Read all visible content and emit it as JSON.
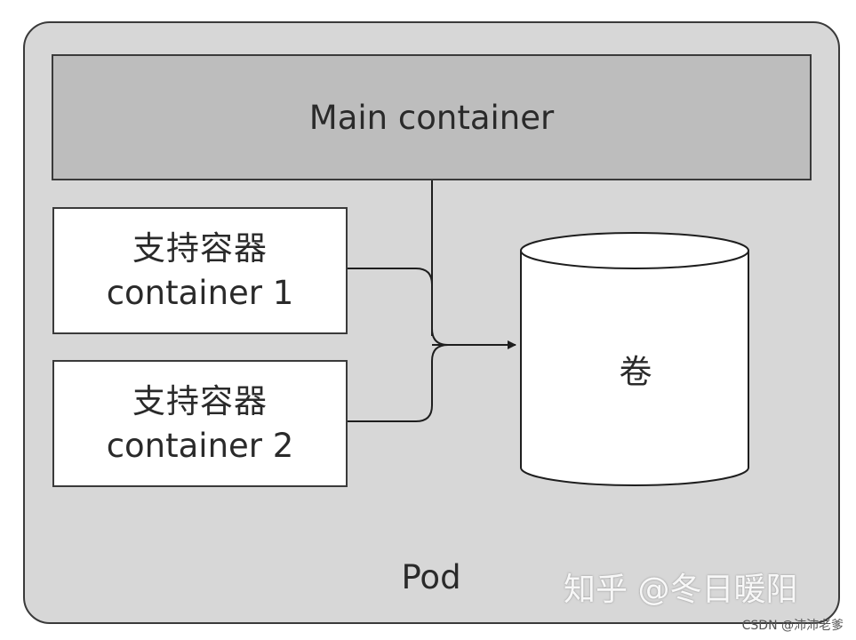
{
  "diagram": {
    "main_container": "Main container",
    "support_container_1": {
      "cn": "支持容器",
      "en": "container 1"
    },
    "support_container_2": {
      "cn": "支持容器",
      "en": "container 2"
    },
    "volume": "卷",
    "pod": "Pod"
  },
  "watermark": {
    "text": "知乎 @冬日暖阳",
    "credit": "CSDN @沛沛老爹"
  },
  "colors": {
    "pod_fill": "#d7d7d7",
    "main_container_fill": "#bdbdbd",
    "box_fill": "#ffffff",
    "stroke": "#3a3a3a"
  }
}
